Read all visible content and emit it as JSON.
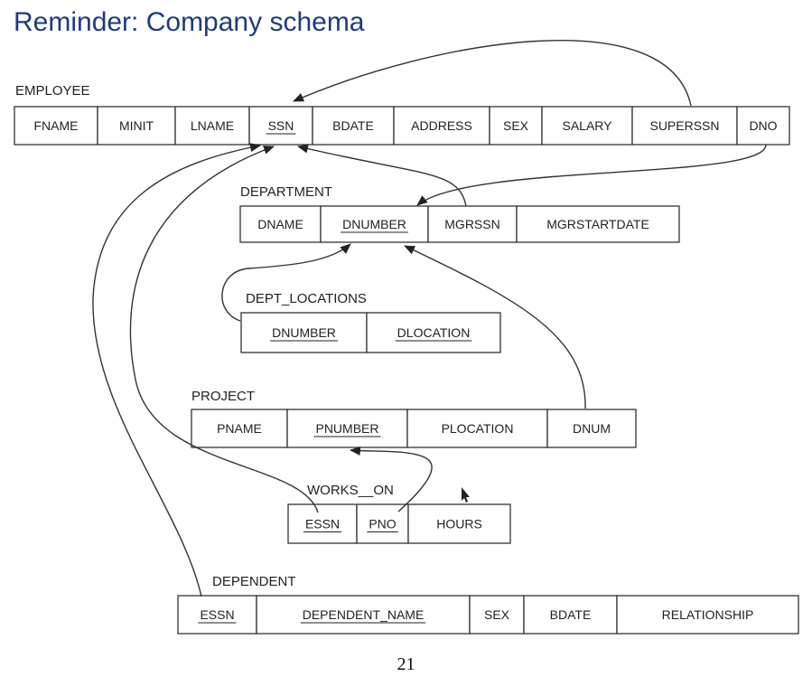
{
  "slide": {
    "title": "Reminder: Company schema",
    "page_number": "21"
  },
  "relations": {
    "employee": {
      "name": "EMPLOYEE",
      "attributes": [
        {
          "label": "FNAME",
          "key": false
        },
        {
          "label": "MINIT",
          "key": false
        },
        {
          "label": "LNAME",
          "key": false
        },
        {
          "label": "SSN",
          "key": true
        },
        {
          "label": "BDATE",
          "key": false
        },
        {
          "label": "ADDRESS",
          "key": false
        },
        {
          "label": "SEX",
          "key": false
        },
        {
          "label": "SALARY",
          "key": false
        },
        {
          "label": "SUPERSSN",
          "key": false
        },
        {
          "label": "DNO",
          "key": false
        }
      ]
    },
    "department": {
      "name": "DEPARTMENT",
      "attributes": [
        {
          "label": "DNAME",
          "key": false
        },
        {
          "label": "DNUMBER",
          "key": true
        },
        {
          "label": "MGRSSN",
          "key": false
        },
        {
          "label": "MGRSTARTDATE",
          "key": false
        }
      ]
    },
    "dept_locations": {
      "name": "DEPT_LOCATIONS",
      "attributes": [
        {
          "label": "DNUMBER",
          "key": true
        },
        {
          "label": "DLOCATION",
          "key": true
        }
      ]
    },
    "project": {
      "name": "PROJECT",
      "attributes": [
        {
          "label": "PNAME",
          "key": false
        },
        {
          "label": "PNUMBER",
          "key": true
        },
        {
          "label": "PLOCATION",
          "key": false
        },
        {
          "label": "DNUM",
          "key": false
        }
      ]
    },
    "works_on": {
      "name": "WORKS__ON",
      "attributes": [
        {
          "label": "ESSN",
          "key": true
        },
        {
          "label": "PNO",
          "key": true
        },
        {
          "label": "HOURS",
          "key": false
        }
      ]
    },
    "dependent": {
      "name": "DEPENDENT",
      "attributes": [
        {
          "label": "ESSN",
          "key": true
        },
        {
          "label": "DEPENDENT_NAME",
          "key": true
        },
        {
          "label": "SEX",
          "key": false
        },
        {
          "label": "BDATE",
          "key": false
        },
        {
          "label": "RELATIONSHIP",
          "key": false
        }
      ]
    }
  },
  "foreign_keys": [
    {
      "from": "EMPLOYEE.SUPERSSN",
      "to": "EMPLOYEE.SSN"
    },
    {
      "from": "EMPLOYEE.DNO",
      "to": "DEPARTMENT.DNUMBER"
    },
    {
      "from": "DEPARTMENT.MGRSSN",
      "to": "EMPLOYEE.SSN"
    },
    {
      "from": "DEPT_LOCATIONS.DNUMBER",
      "to": "DEPARTMENT.DNUMBER"
    },
    {
      "from": "PROJECT.DNUM",
      "to": "DEPARTMENT.DNUMBER"
    },
    {
      "from": "WORKS__ON.ESSN",
      "to": "EMPLOYEE.SSN"
    },
    {
      "from": "WORKS__ON.PNO",
      "to": "PROJECT.PNUMBER"
    },
    {
      "from": "DEPENDENT.ESSN",
      "to": "EMPLOYEE.SSN"
    }
  ]
}
